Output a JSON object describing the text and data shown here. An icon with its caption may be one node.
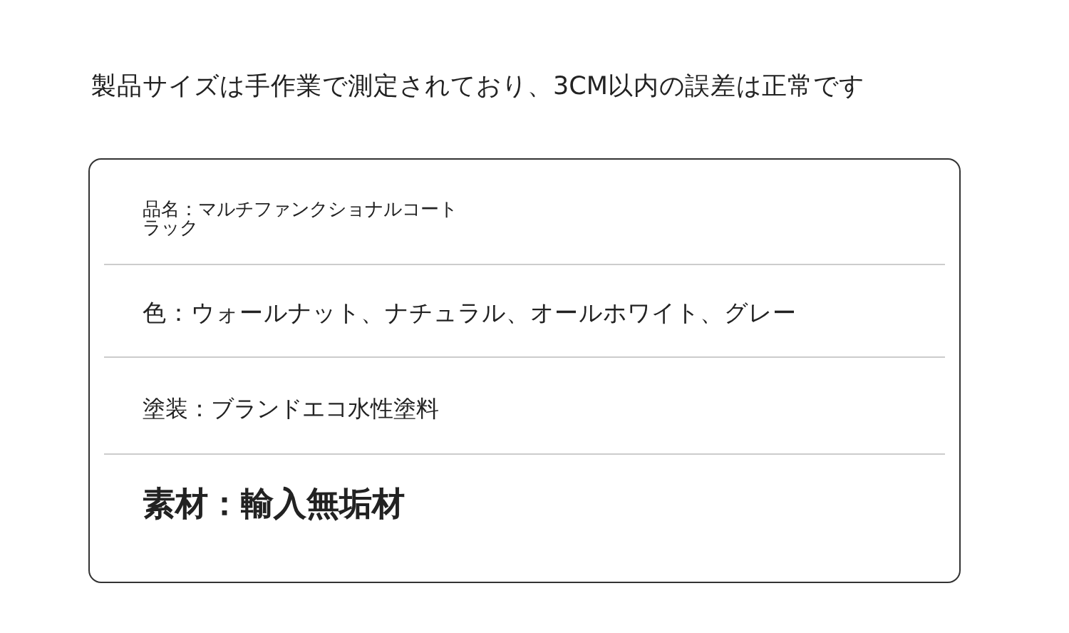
{
  "diagram": {
    "title": "製品サイズは手作業で測定されており、3CM以内の誤差は正常です",
    "labels": [
      "品名：マルチファンクショナルコートラック",
      "色：ウォールナット、ナチュラル、オールホワイト、グレー",
      "塗装：ブランドエコ水性塗料",
      "素材：輸入無垢材"
    ]
  }
}
